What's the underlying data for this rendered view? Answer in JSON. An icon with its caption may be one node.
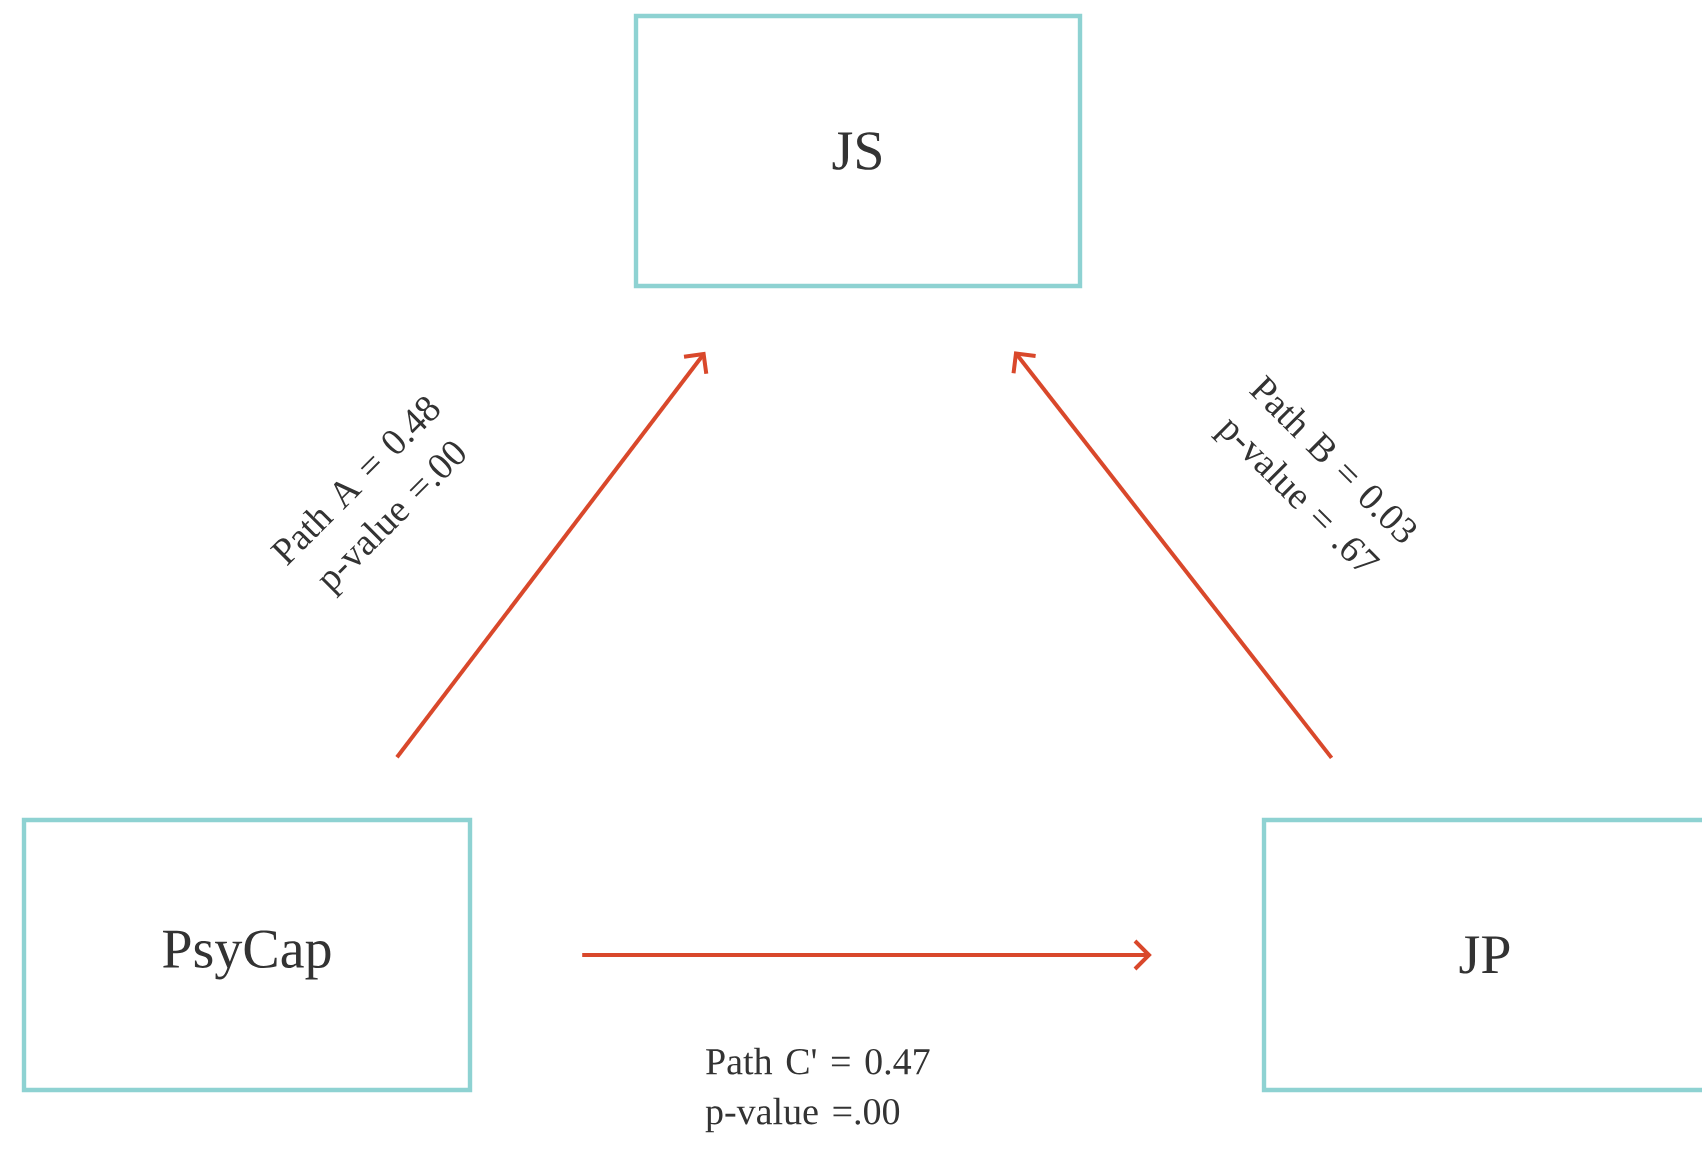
{
  "diagram": {
    "nodes": [
      {
        "text": [
          "JS"
        ]
      },
      {
        "text": [
          "PsyCap"
        ]
      },
      {
        "text": [
          "JP"
        ]
      }
    ],
    "edges": [
      {
        "from": 1,
        "to": 0,
        "arrow": "to",
        "label": "Path A = 0.48 p-value =.00"
      },
      {
        "from": 2,
        "to": 0,
        "arrow": "to",
        "label": "Path B = 0.03 p-value = .67"
      },
      {
        "from": 1,
        "to": 2,
        "arrow": "to",
        "label": "Path C' = 0.47 p-value =.00"
      }
    ]
  }
}
